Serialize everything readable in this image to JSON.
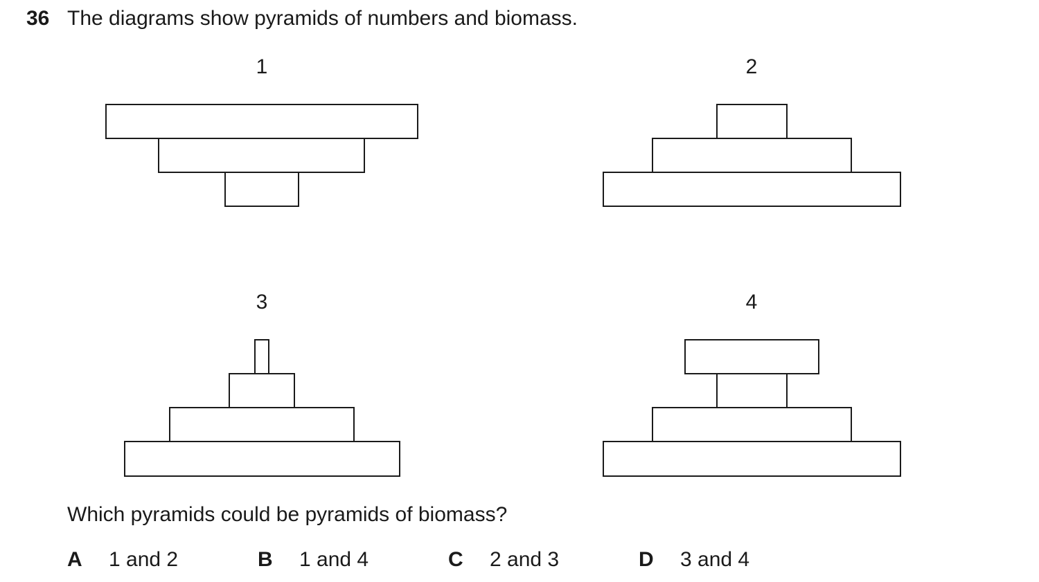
{
  "question": {
    "number": "36",
    "text": "The diagrams show pyramids of numbers and biomass."
  },
  "diagrams": [
    {
      "label": "1",
      "tiers": 3
    },
    {
      "label": "2",
      "tiers": 3
    },
    {
      "label": "3",
      "tiers": 4
    },
    {
      "label": "4",
      "tiers": 4
    }
  ],
  "prompt": "Which pyramids could be pyramids of biomass?",
  "options": [
    {
      "letter": "A",
      "text": "1 and 2"
    },
    {
      "letter": "B",
      "text": "1 and 4"
    },
    {
      "letter": "C",
      "text": "2 and 3"
    },
    {
      "letter": "D",
      "text": "3 and 4"
    }
  ]
}
